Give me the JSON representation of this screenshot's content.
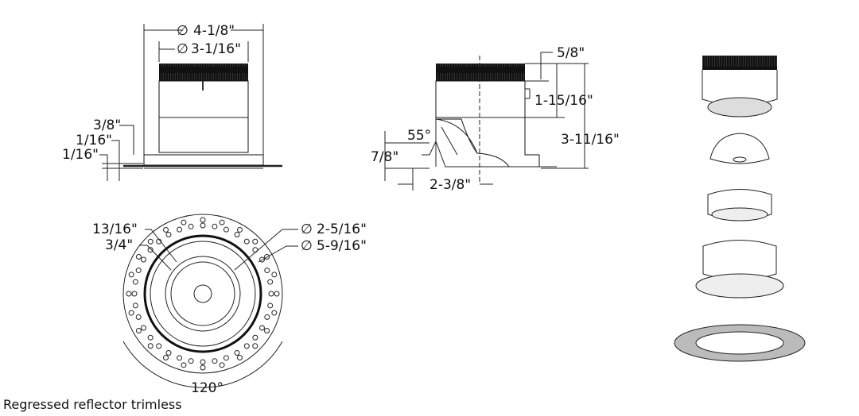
{
  "front_view": {
    "outer_diameter": "4-1/8\"",
    "inner_diameter": "3-1/16\"",
    "flange_height": "3/8\"",
    "plate_thickness_a": "1/16\"",
    "plate_thickness_b": "1/16\""
  },
  "side_view": {
    "band_height": "5/8\"",
    "upper_height": "1-15/16\"",
    "total_height": "3-11/16\"",
    "angle": "55°",
    "regress_depth": "7/8\"",
    "offset_width": "2-3/8\""
  },
  "bottom_view": {
    "dim_a": "13/16\"",
    "dim_b": "3/4\"",
    "aperture_diameter": "2-5/16\"",
    "trim_diameter": "5-9/16\"",
    "angle": "120°"
  },
  "caption": "Regressed reflector trimless",
  "diameter_symbol": "∅"
}
